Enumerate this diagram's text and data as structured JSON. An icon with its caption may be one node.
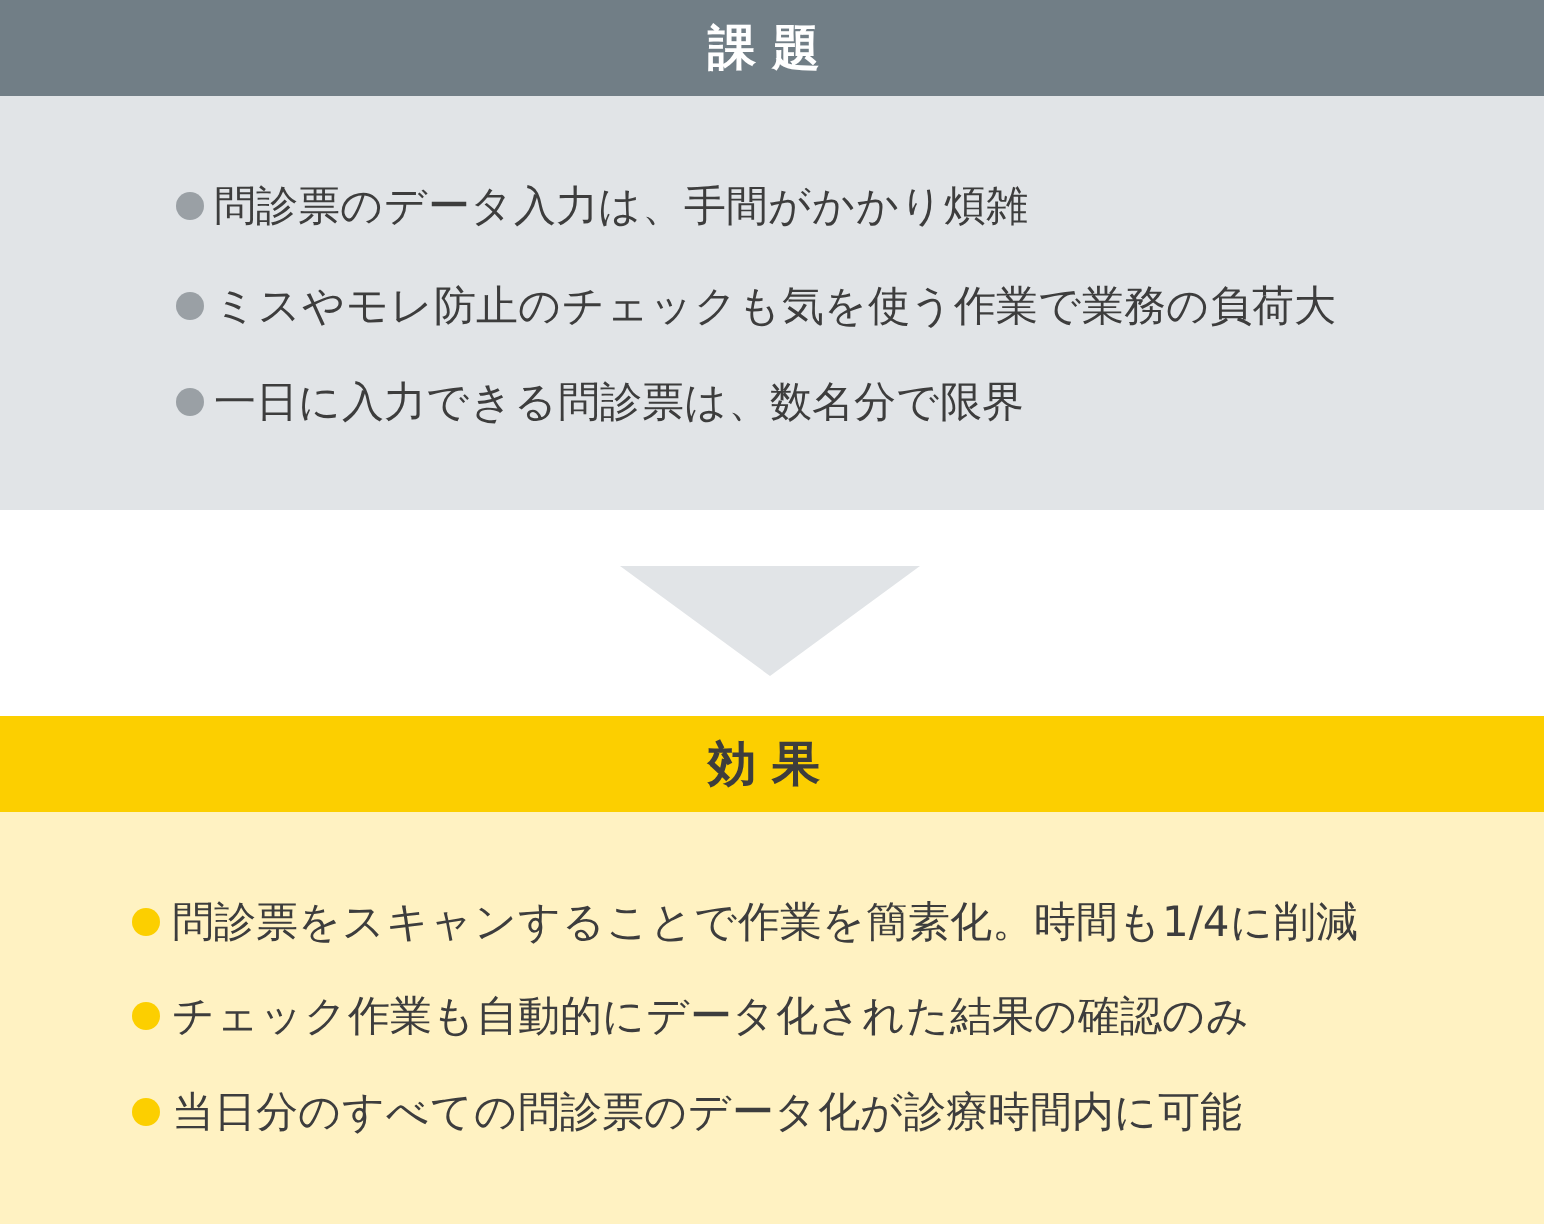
{
  "diagram": {
    "nodes": [
      {
        "text": [
          "課題",
          "問診票のデータ入力は、手間がかかり煩雑",
          "ミスやモレ防止のチェックも気を使う作業で業務の負荷大",
          "一日に入力できる問診票は、数名分で限界"
        ]
      },
      {
        "text": [
          "効果",
          "問診票をスキャンすることで作業を簡素化。時間も1/4に削減",
          "チェック作業も自動的にデータ化された結果の確認のみ",
          "当日分のすべての問診票のデータ化が診療時間内に可能"
        ]
      }
    ],
    "edges": [
      {
        "from": 0,
        "to": 1,
        "arrow": "to"
      }
    ]
  }
}
